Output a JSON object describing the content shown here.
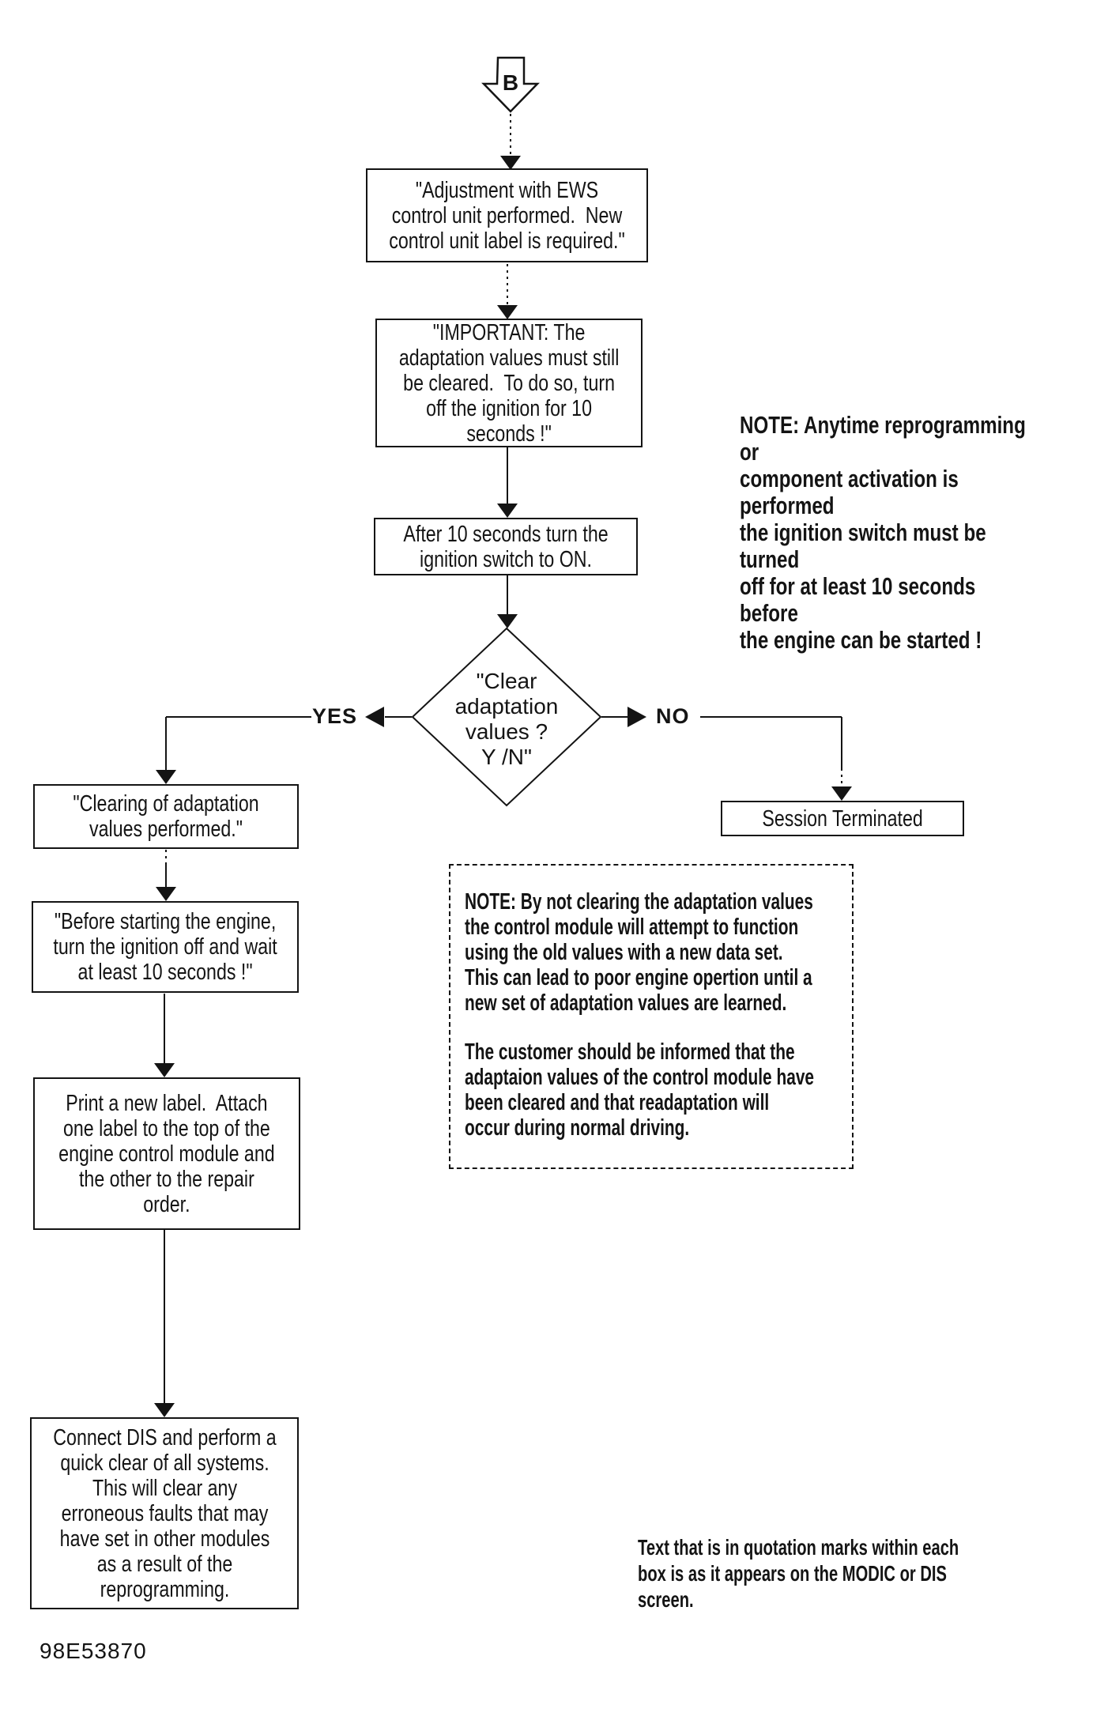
{
  "page": {
    "background": "#ffffff",
    "ink": "#141414",
    "doc_number": "98E53870"
  },
  "connector_b": {
    "label": "B"
  },
  "flow": {
    "box_adjustment": {
      "lines": [
        "\"Adjustment with EWS",
        "control unit performed.  New",
        "control unit label is required.\""
      ]
    },
    "box_important": {
      "lines": [
        "\"IMPORTANT: The",
        "adaptation values must still",
        "be cleared.  To do so, turn",
        "off the ignition for 10",
        "seconds !\""
      ]
    },
    "note_ignition": {
      "lines": [
        "NOTE: Anytime reprogramming or",
        "component activation is performed",
        "the ignition switch must be turned",
        "off for at least 10 seconds before",
        "the engine can be started !"
      ]
    },
    "box_after_10s": {
      "lines": [
        "After 10 seconds turn the",
        "ignition switch to ON."
      ]
    },
    "decision_clear_adaptation": {
      "lines": [
        "\"Clear",
        "adaptation",
        "values ?",
        "Y /N\""
      ]
    },
    "label_yes": "YES",
    "label_no": "NO",
    "box_clearing_performed": {
      "lines": [
        "\"Clearing of adaptation",
        "values performed.\""
      ]
    },
    "box_session_terminated": {
      "label": "Session Terminated"
    },
    "note_not_clearing": {
      "paragraph1": [
        "NOTE: By not clearing the adaptation values",
        "the control module will attempt to function",
        "using the old values with a new data set.",
        "This can lead to poor engine opertion until a",
        "new set of adaptation values are learned."
      ],
      "paragraph2": [
        "The customer should be informed that the",
        "adaptaion values of the control module have",
        "been cleared and that readaptation will",
        "occur during normal driving."
      ]
    },
    "box_before_starting": {
      "lines": [
        "\"Before starting the engine,",
        "turn the ignition off and wait",
        "at least 10 seconds !\""
      ]
    },
    "box_print_label": {
      "lines": [
        "Print a new label.  Attach",
        "one label to the top of the",
        "engine control module and",
        "the other to the repair",
        "order."
      ]
    },
    "box_connect_dis": {
      "lines": [
        "Connect DIS and perform a",
        "quick clear of all systems.",
        "This will clear any",
        "erroneous faults that may",
        "have set in other modules",
        "as a result of the",
        "reprogramming."
      ]
    },
    "footer_note": {
      "lines": [
        "Text that is in quotation marks within each",
        "box is as it appears on the MODIC or DIS",
        "screen."
      ]
    }
  }
}
